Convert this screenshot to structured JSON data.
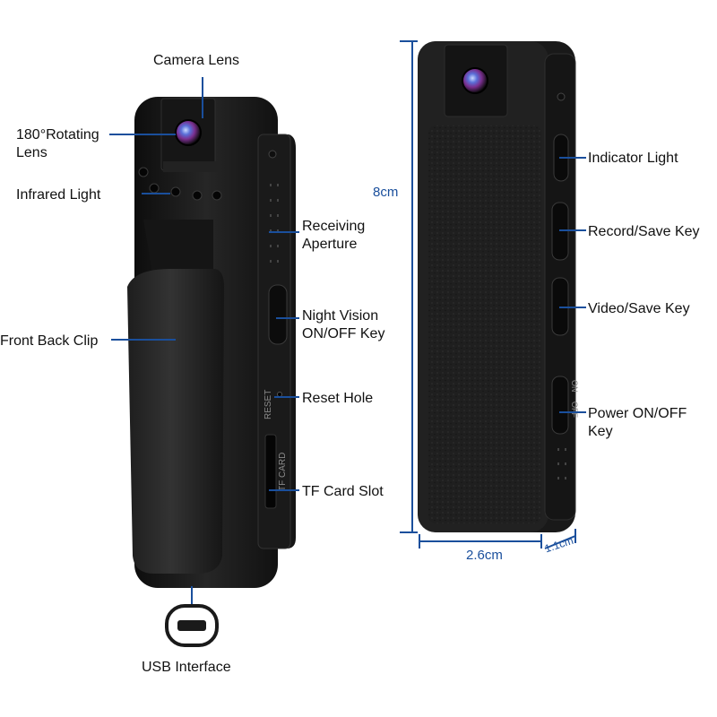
{
  "labels": {
    "camera_lens": "Camera Lens",
    "rotating_lens_1": "180°Rotating",
    "rotating_lens_2": "Lens",
    "infrared_light": "Infrared Light",
    "receiving_aperture_1": "Receiving",
    "receiving_aperture_2": "Aperture",
    "night_vision_1": "Night Vision",
    "night_vision_2": "ON/OFF Key",
    "front_back_clip": "Front Back Clip",
    "reset_hole": "Reset Hole",
    "tf_card_slot": "TF Card Slot",
    "usb_interface": "USB Interface",
    "indicator_light": "Indicator Light",
    "record_save_key": "Record/Save Key",
    "video_save_key": "Video/Save Key",
    "power_key_1": "Power ON/OFF",
    "power_key_2": "Key"
  },
  "device_markings": {
    "reset": "RESET",
    "tf_card": "TF CARD",
    "on": "ON",
    "off": "OFF"
  },
  "dimensions": {
    "height": "8cm",
    "width": "2.6cm",
    "depth": "1.1cm"
  },
  "colors": {
    "leader_line": "#1a4f9c",
    "device_body": "#1c1c1c",
    "label_text": "#111111"
  }
}
